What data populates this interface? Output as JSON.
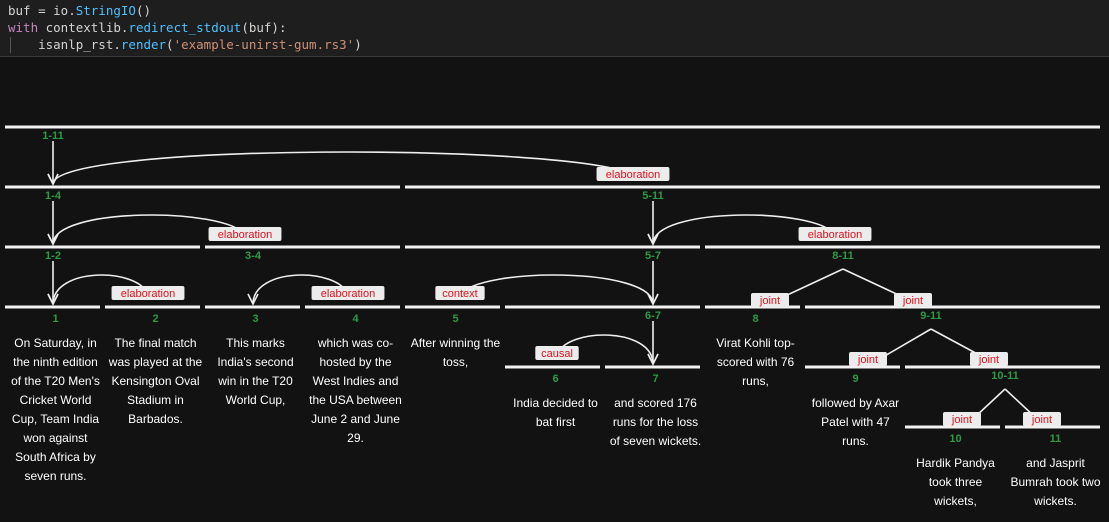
{
  "code": {
    "line1": {
      "a": "buf = io.",
      "b": "StringIO",
      "c": "()"
    },
    "line2": {
      "kw": "with",
      "a": " contextlib.",
      "b": "redirect_stdout",
      "c": "(buf):"
    },
    "line3": {
      "a": "    isanlp_rst.",
      "b": "render",
      "c": "(",
      "s": "'example-unirst-gum.rs3'",
      "d": ")"
    }
  },
  "tree": {
    "spans": [
      "1-11",
      "1-4",
      "5-11",
      "1-2",
      "3-4",
      "5-7",
      "8-11",
      "6-7",
      "9-11",
      "10-11"
    ],
    "edus": [
      {
        "id": "1",
        "lines": [
          "On Saturday, in",
          "the ninth edition",
          "of the T20 Men's",
          "Cricket World",
          "Cup, Team India",
          "won against",
          "South Africa by",
          "seven runs."
        ]
      },
      {
        "id": "2",
        "lines": [
          "The final match",
          "was played at the",
          "Kensington Oval",
          "Stadium in",
          "Barbados."
        ]
      },
      {
        "id": "3",
        "lines": [
          "This marks",
          "India's second",
          "win in the T20",
          "World Cup,"
        ]
      },
      {
        "id": "4",
        "lines": [
          "which was co-",
          "hosted by the",
          "West Indies and",
          "the USA between",
          "June 2 and June",
          "29."
        ]
      },
      {
        "id": "5",
        "lines": [
          "After winning the",
          "toss,"
        ]
      },
      {
        "id": "6",
        "lines": [
          "India decided to",
          "bat first"
        ]
      },
      {
        "id": "7",
        "lines": [
          "and scored 176",
          "runs for the loss",
          "of seven wickets."
        ]
      },
      {
        "id": "8",
        "lines": [
          "Virat Kohli top-",
          "scored with 76",
          "runs,"
        ]
      },
      {
        "id": "9",
        "lines": [
          "followed by Axar",
          "Patel with 47",
          "runs."
        ]
      },
      {
        "id": "10",
        "lines": [
          "Hardik Pandya",
          "took three",
          "wickets,"
        ]
      },
      {
        "id": "11",
        "lines": [
          "and Jasprit",
          "Bumrah took two",
          "wickets."
        ]
      }
    ],
    "relations": [
      "elaboration",
      "elaboration",
      "elaboration",
      "elaboration",
      "elaboration",
      "context",
      "causal",
      "joint",
      "joint",
      "joint",
      "joint",
      "joint",
      "joint"
    ]
  }
}
